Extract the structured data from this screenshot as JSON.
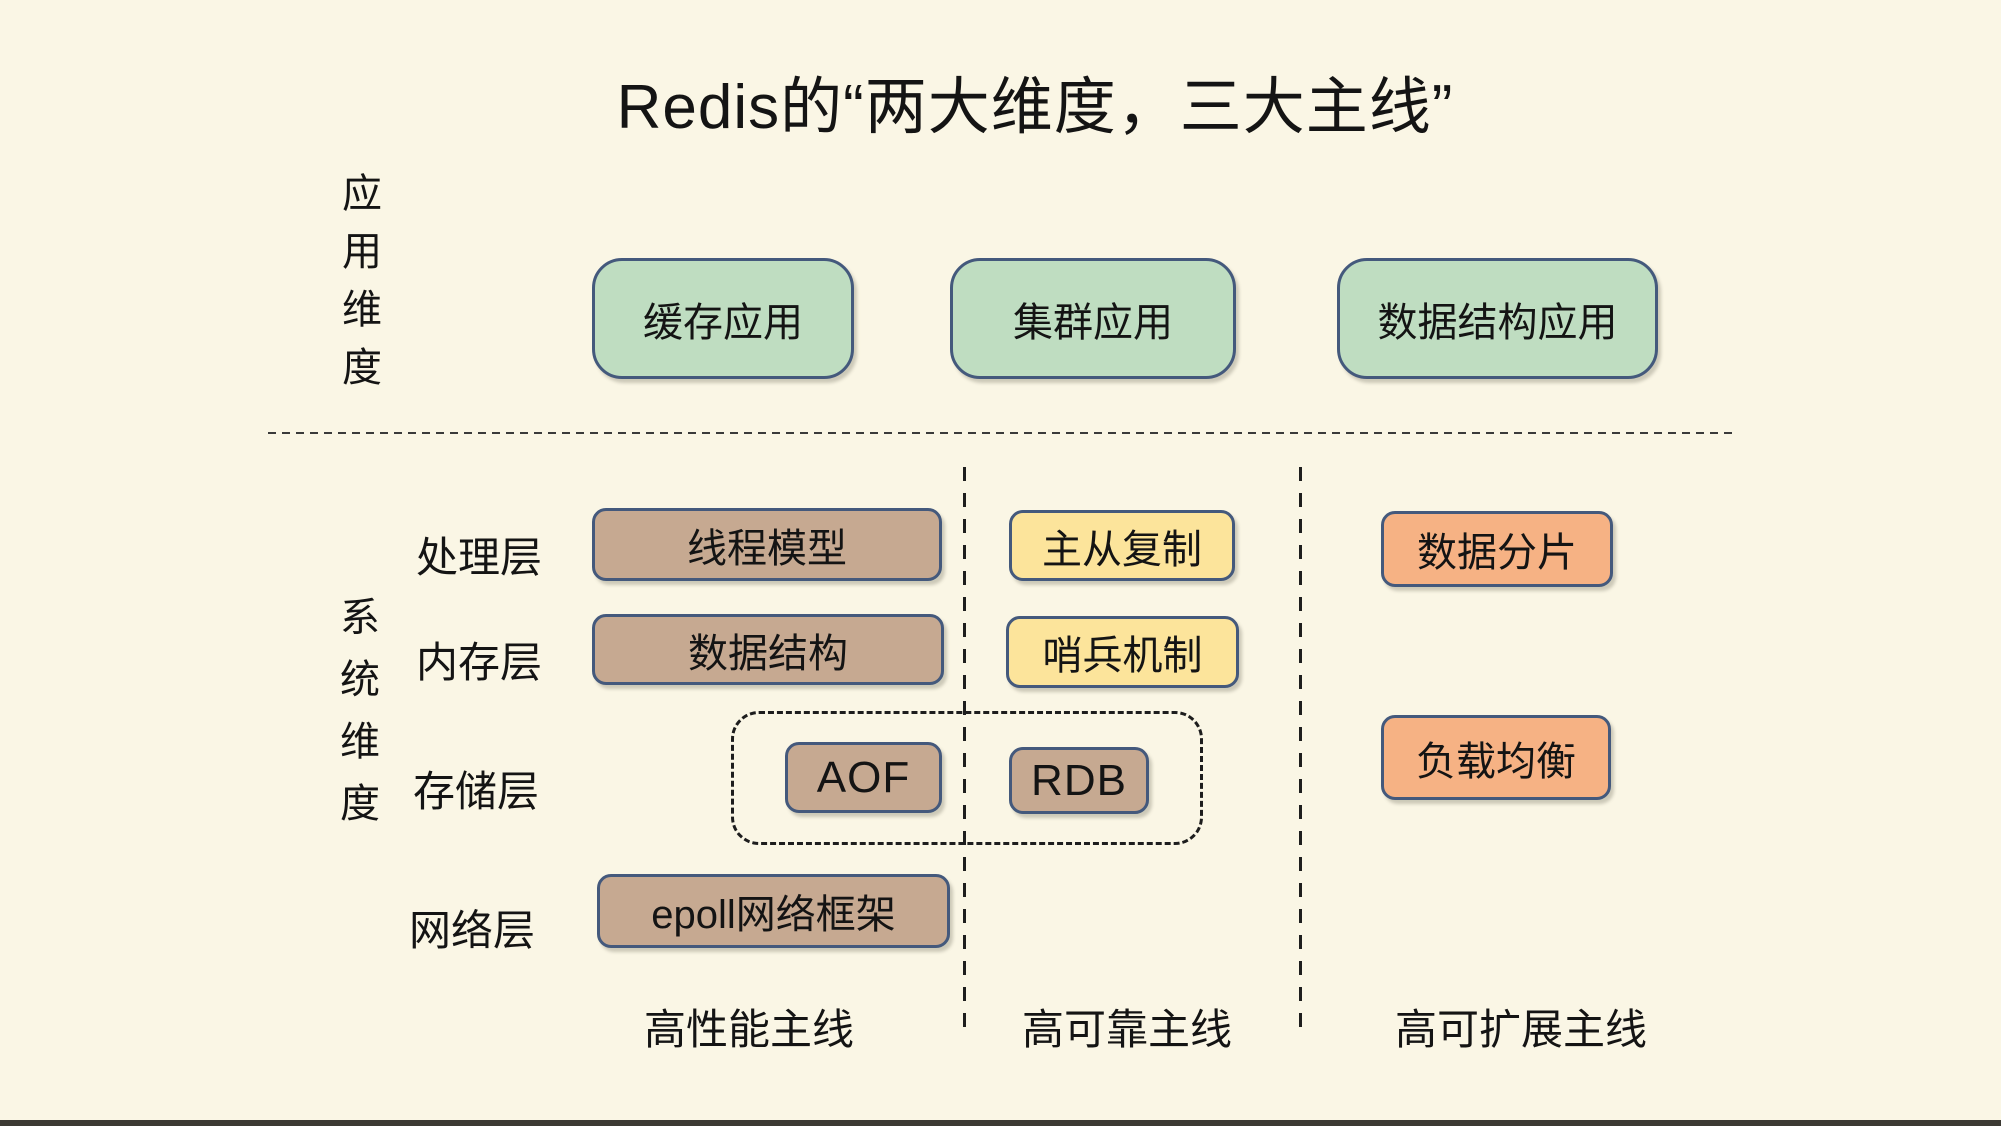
{
  "title": "Redis的“两大维度，三大主线”",
  "left_axis": {
    "application_dimension": "应用维度",
    "system_dimension": "系统维度"
  },
  "application_boxes": [
    {
      "label": "缓存应用"
    },
    {
      "label": "集群应用"
    },
    {
      "label": "数据结构应用"
    }
  ],
  "layer_labels": [
    {
      "label": "处理层"
    },
    {
      "label": "内存层"
    },
    {
      "label": "存储层"
    },
    {
      "label": "网络层"
    }
  ],
  "system_boxes": {
    "thread_model": "线程模型",
    "master_slave_replication": "主从复制",
    "data_sharding": "数据分片",
    "data_structure": "数据结构",
    "sentinel": "哨兵机制",
    "aof": "AOF",
    "rdb": "RDB",
    "load_balancing": "负载均衡",
    "epoll_framework": "epoll网络框架"
  },
  "lane_labels": [
    {
      "label": "高性能主线"
    },
    {
      "label": "高可靠主线"
    },
    {
      "label": "高可扩展主线"
    }
  ],
  "colors": {
    "background": "#faf6e5",
    "app_box_fill": "#bfddc1",
    "performance_box_fill": "#c6a991",
    "reliability_box_fill": "#fce49b",
    "scalability_box_fill": "#f6b284",
    "box_border": "#44597c",
    "dashed_line": "#1e1e1e",
    "text": "#141414"
  }
}
